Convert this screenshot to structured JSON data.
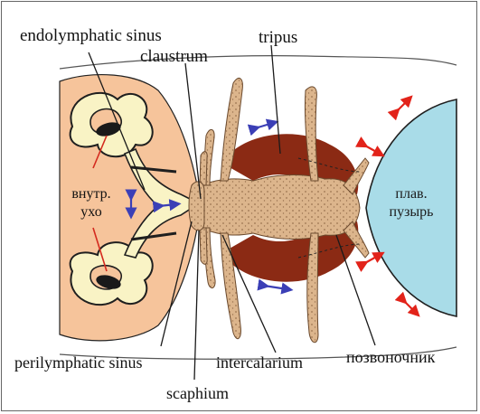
{
  "figure": {
    "labels": {
      "endolymphatic_sinus": "endolymphatic sinus",
      "claustrum": "claustrum",
      "tripus": "tripus",
      "inner_ear": "внутр.\nухо",
      "swim_bladder": "плав.\nпузырь",
      "perilymphatic_sinus": "perilymphatic sinus",
      "intercalarium": "intercalarium",
      "spine": "позвоночник",
      "scaphium": "scaphium"
    },
    "colors": {
      "inner_ear_bg": "#f6c49b",
      "ear_canal": "#f9f3c5",
      "canal_outline": "#1f1f1f",
      "bone": "#d9b28a",
      "bone_dots": "#a07a55",
      "tripus_red": "#8b2a14",
      "swim_bladder": "#a9dce8",
      "arrow_red": "#e2231a",
      "arrow_blue": "#3b3fb6",
      "leader_line": "#1a1a1a",
      "leader_red": "#d42a1e"
    }
  }
}
